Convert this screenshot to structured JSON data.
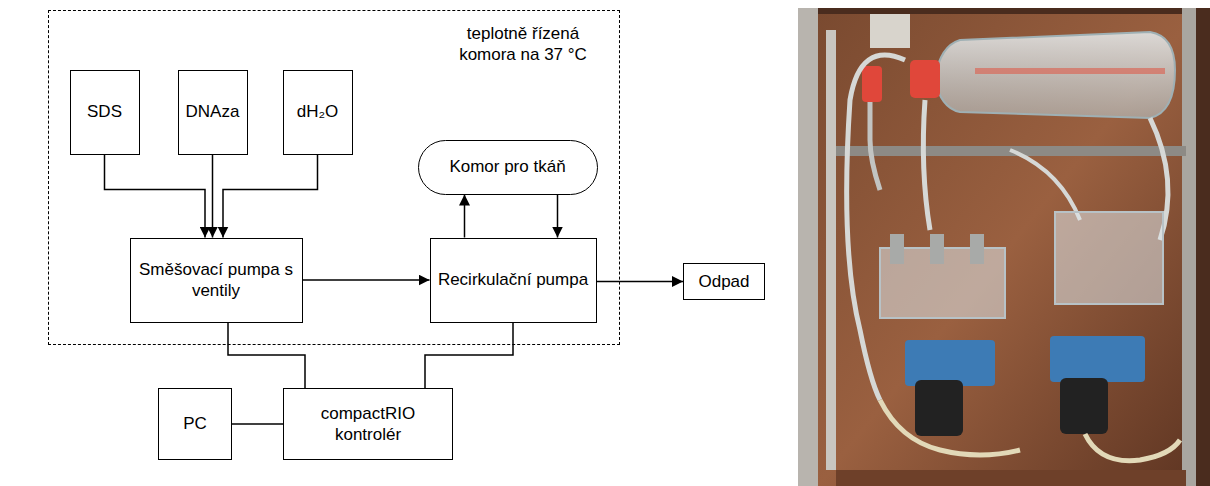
{
  "diagram": {
    "nodes": [
      {
        "text": [
          "teplotně řízená komora na 37 °C"
        ]
      },
      {
        "text": [
          "SDS"
        ],
        "in": 0
      },
      {
        "text": [
          "DNAza"
        ],
        "in": 0
      },
      {
        "text": [
          "dH₂O"
        ],
        "in": 0
      },
      {
        "text": [
          "Komor pro tkáň"
        ],
        "in": 0
      },
      {
        "text": [
          "Směšovací pumpa s ventily"
        ],
        "in": 0
      },
      {
        "text": [
          "Recirkulační pumpa"
        ],
        "in": 0
      },
      {
        "text": [
          "Odpad"
        ]
      },
      {
        "text": [
          "PC"
        ]
      },
      {
        "text": [
          "compactRIO kontrolér"
        ]
      }
    ],
    "edges": [
      {
        "from": 1,
        "to": 5,
        "arrow": "to"
      },
      {
        "from": 2,
        "to": 5,
        "arrow": "to"
      },
      {
        "from": 3,
        "to": 5,
        "arrow": "to"
      },
      {
        "from": 5,
        "to": 6,
        "arrow": "to"
      },
      {
        "from": 6,
        "to": 4,
        "arrow": "to"
      },
      {
        "from": 4,
        "to": 6,
        "arrow": "to"
      },
      {
        "from": 6,
        "to": 7,
        "arrow": "to"
      },
      {
        "from": 5,
        "to": 9,
        "arrow": "none"
      },
      {
        "from": 6,
        "to": 9,
        "arrow": "none"
      },
      {
        "from": 8,
        "to": 9,
        "arrow": "none"
      }
    ]
  }
}
